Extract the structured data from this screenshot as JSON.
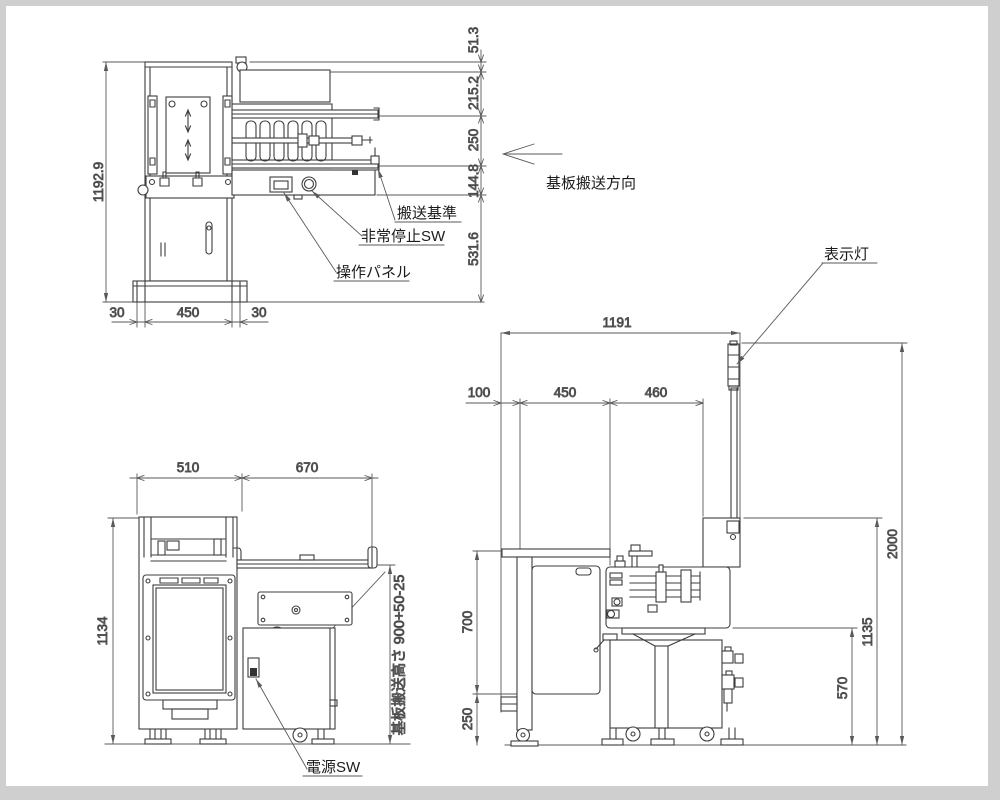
{
  "page": {
    "background": "#ffffff",
    "frame_color": "#cfcfcf",
    "machine_line_color": "#3d3d3d",
    "dimension_line_color": "#5a5a5a"
  },
  "top_view": {
    "dims": {
      "overall_height": "1192.9",
      "right_chain": [
        "51.3",
        "215.2",
        "250",
        "144.8",
        "531.6"
      ],
      "bottom": [
        "30",
        "450",
        "30"
      ]
    },
    "callouts": {
      "transport_reference": "搬送基準",
      "emergency_stop": "非常停止SW",
      "operation_panel": "操作パネル"
    }
  },
  "transport_direction": {
    "label": "基板搬送方向"
  },
  "front_view": {
    "dims": {
      "width_left": "510",
      "width_right": "670",
      "overall_height": "1134",
      "transport_height": "基板搬送高さ 900+50-25"
    },
    "callouts": {
      "power_switch": "電源SW"
    }
  },
  "side_view": {
    "dims": {
      "overall_depth": "1191",
      "front_offset": "100",
      "mid_section": "450",
      "rear_section": "460",
      "overall_height_with_light": "2000",
      "column_top_height": "1135",
      "table_surface_height": "570",
      "table_height_upper": "700",
      "table_clearance": "250"
    },
    "callouts": {
      "indicator_light": "表示灯"
    }
  }
}
